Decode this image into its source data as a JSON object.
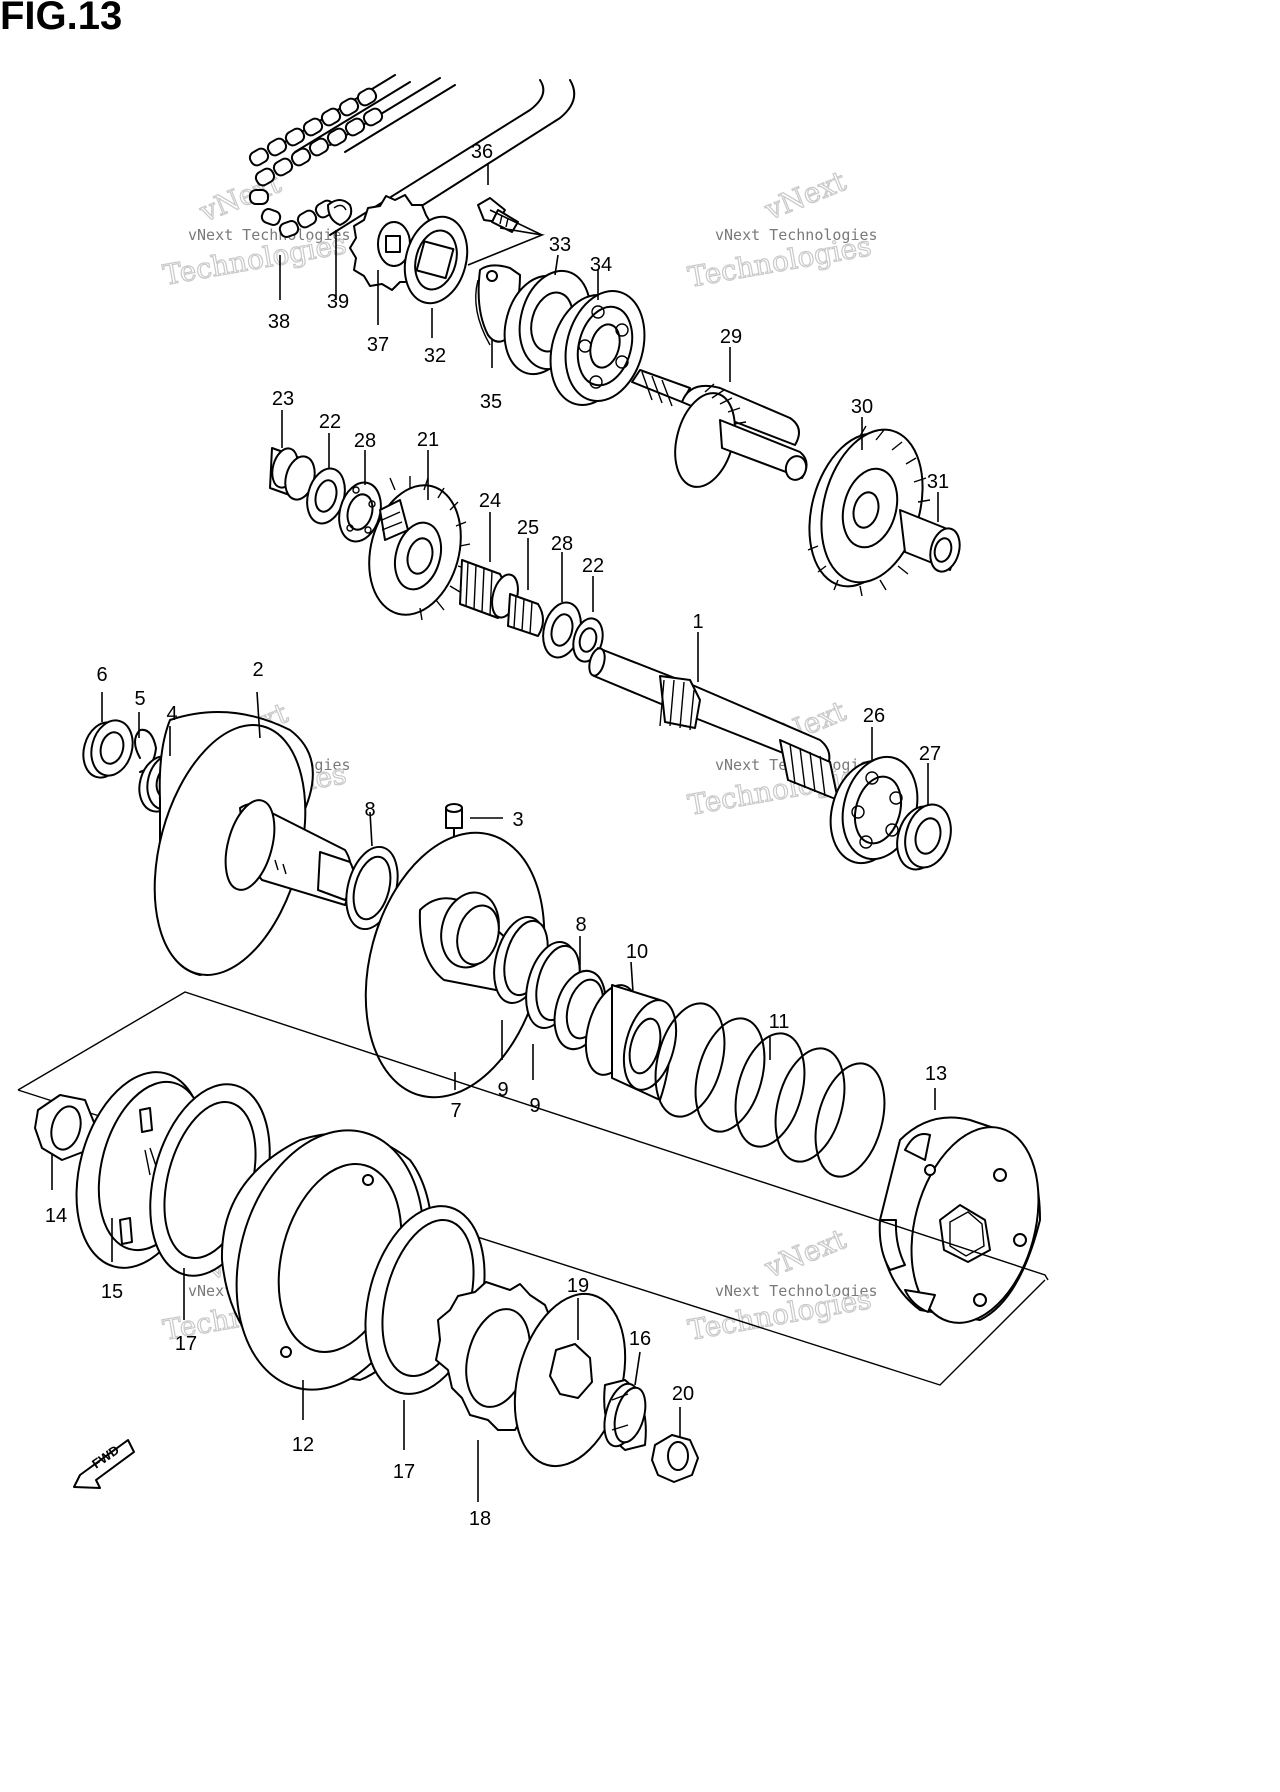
{
  "figure": {
    "title": "FIG.13",
    "forward_label": "FWD"
  },
  "watermark": {
    "line1": "vNext Technologies",
    "line2": "Technologies",
    "small": "vNext"
  },
  "callouts": [
    {
      "id": "1",
      "label": "1"
    },
    {
      "id": "2",
      "label": "2"
    },
    {
      "id": "3",
      "label": "3"
    },
    {
      "id": "4",
      "label": "4"
    },
    {
      "id": "5",
      "label": "5"
    },
    {
      "id": "6",
      "label": "6"
    },
    {
      "id": "7",
      "label": "7"
    },
    {
      "id": "8a",
      "label": "8"
    },
    {
      "id": "8b",
      "label": "8"
    },
    {
      "id": "9a",
      "label": "9"
    },
    {
      "id": "9b",
      "label": "9"
    },
    {
      "id": "10",
      "label": "10"
    },
    {
      "id": "11",
      "label": "11"
    },
    {
      "id": "12",
      "label": "12"
    },
    {
      "id": "13",
      "label": "13"
    },
    {
      "id": "14",
      "label": "14"
    },
    {
      "id": "15",
      "label": "15"
    },
    {
      "id": "16",
      "label": "16"
    },
    {
      "id": "17a",
      "label": "17"
    },
    {
      "id": "17b",
      "label": "17"
    },
    {
      "id": "18",
      "label": "18"
    },
    {
      "id": "19",
      "label": "19"
    },
    {
      "id": "20",
      "label": "20"
    },
    {
      "id": "21",
      "label": "21"
    },
    {
      "id": "22a",
      "label": "22"
    },
    {
      "id": "22b",
      "label": "22"
    },
    {
      "id": "23",
      "label": "23"
    },
    {
      "id": "24",
      "label": "24"
    },
    {
      "id": "25",
      "label": "25"
    },
    {
      "id": "26",
      "label": "26"
    },
    {
      "id": "27",
      "label": "27"
    },
    {
      "id": "28a",
      "label": "28"
    },
    {
      "id": "28b",
      "label": "28"
    },
    {
      "id": "29",
      "label": "29"
    },
    {
      "id": "30",
      "label": "30"
    },
    {
      "id": "31",
      "label": "31"
    },
    {
      "id": "32",
      "label": "32"
    },
    {
      "id": "33",
      "label": "33"
    },
    {
      "id": "34",
      "label": "34"
    },
    {
      "id": "35",
      "label": "35"
    },
    {
      "id": "36",
      "label": "36"
    },
    {
      "id": "37",
      "label": "37"
    },
    {
      "id": "38",
      "label": "38"
    },
    {
      "id": "39",
      "label": "39"
    }
  ]
}
